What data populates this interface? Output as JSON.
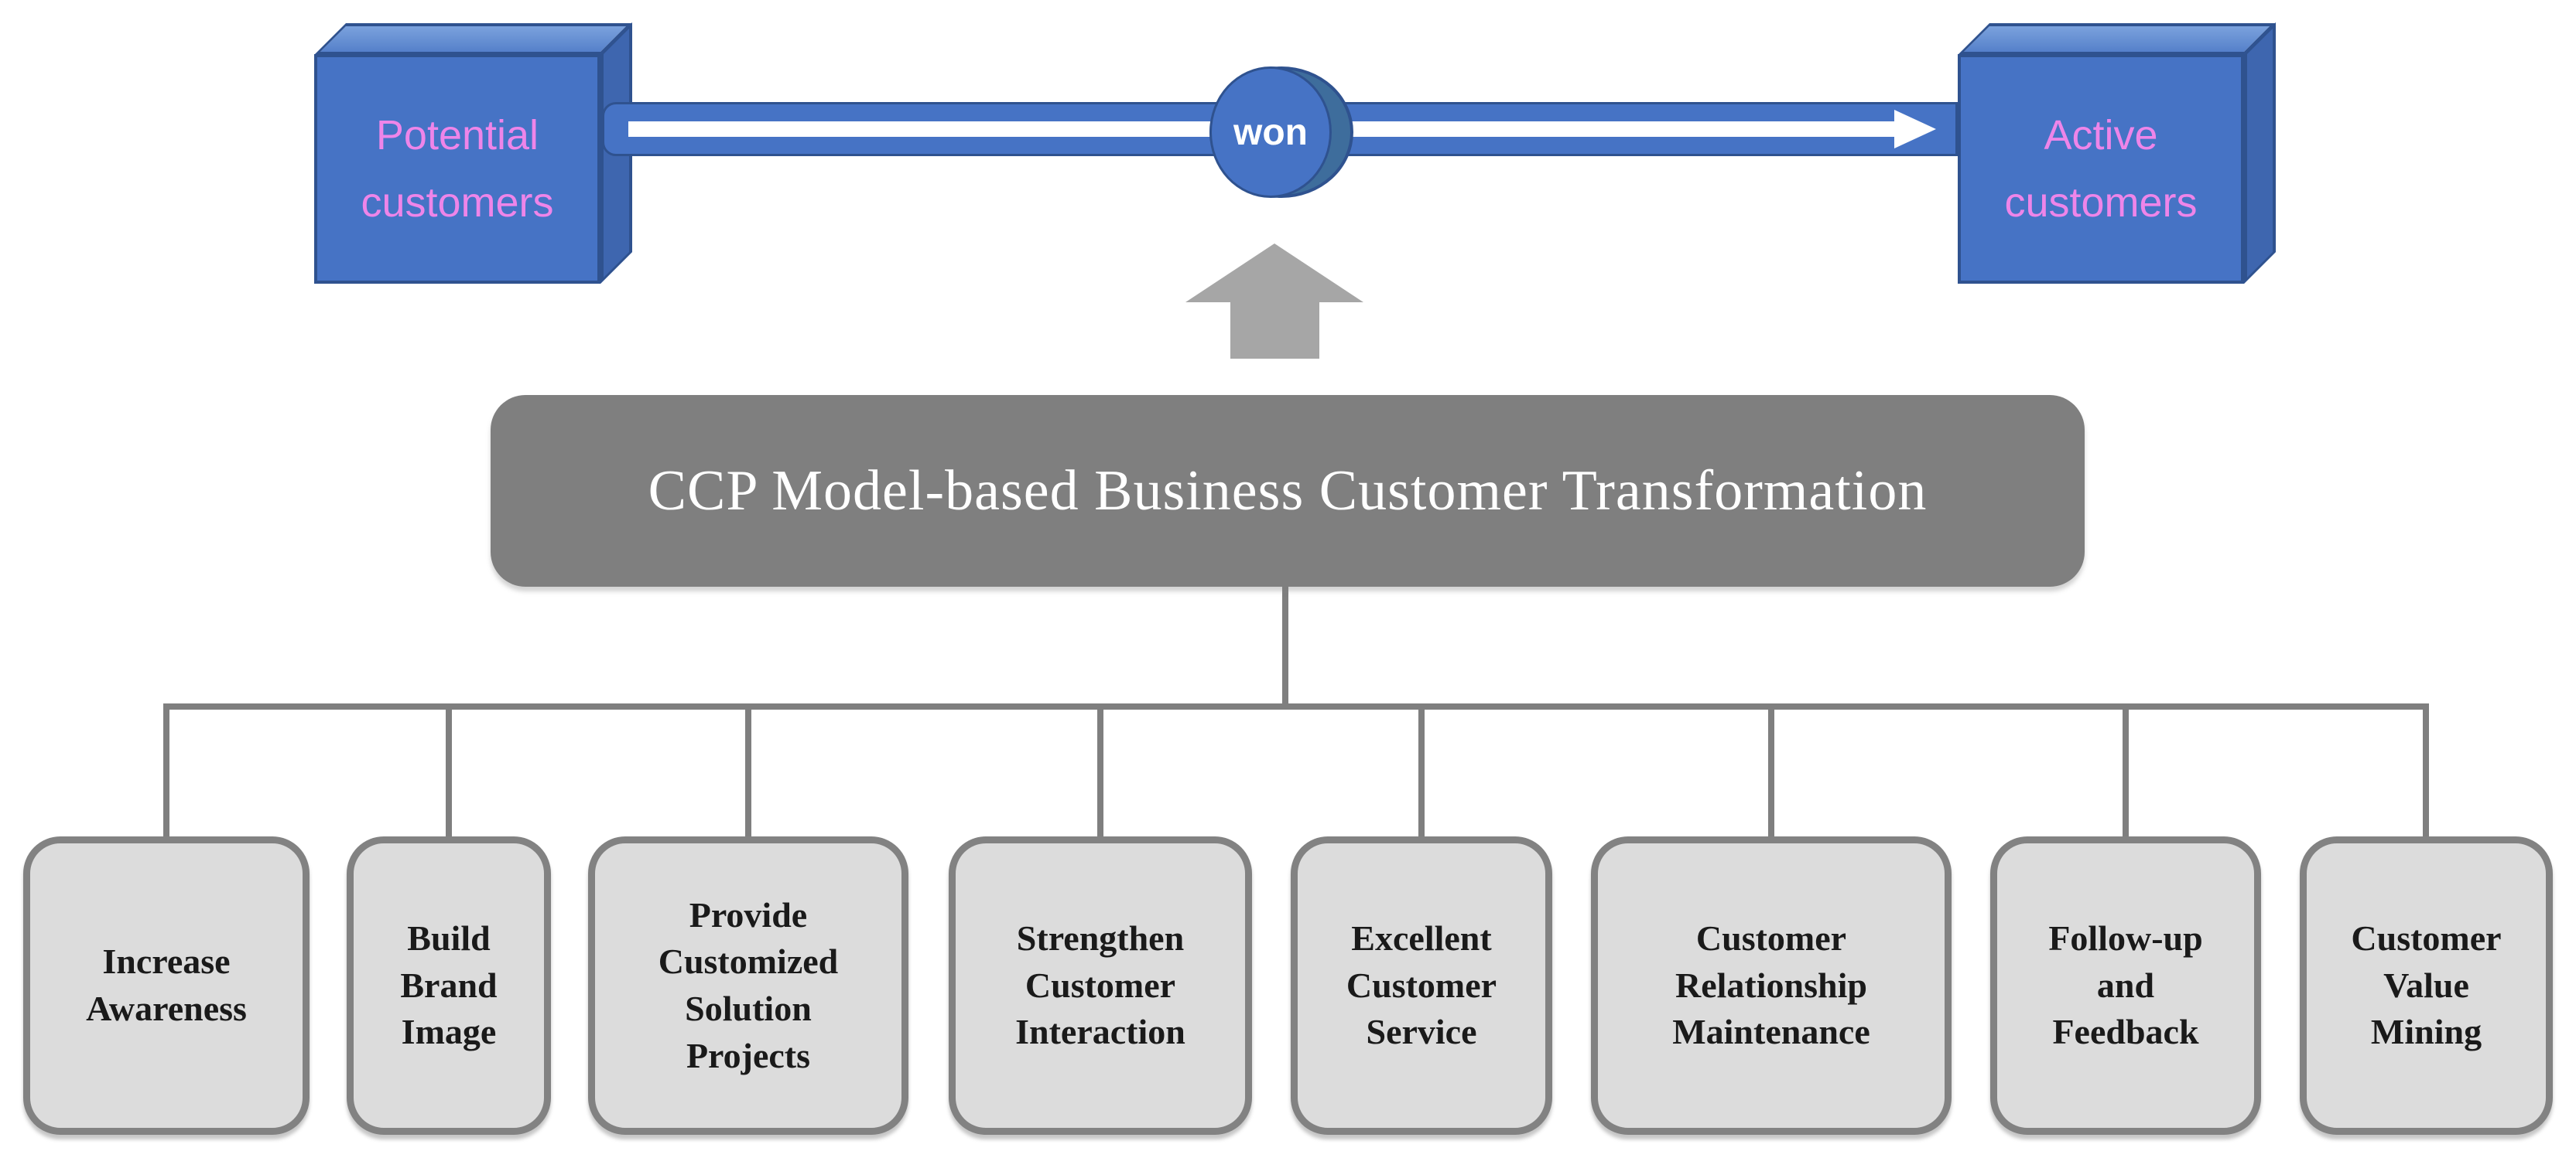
{
  "colors": {
    "cube-blue": "#4673C5",
    "cube-side": "#3E66AF",
    "cube-border": "#2F528F",
    "flow-white": "#FFFFFF",
    "won-crescent": "#3E6D9C",
    "label-pink": "#EE85E9",
    "block-gray": "#7F7F7F",
    "arrow-gray": "#A6A6A6",
    "strategy-fill": "#DCDCDC",
    "strategy-border": "#828282",
    "text-black": "#1A1A1A"
  },
  "flow": {
    "source_box": {
      "label": [
        "Potential",
        "customers"
      ]
    },
    "milestone": {
      "label": "won"
    },
    "target_box": {
      "label": [
        "Active",
        "customers"
      ]
    }
  },
  "transformation": {
    "title": "CCP Model-based Business Customer Transformation"
  },
  "strategies": [
    {
      "label": [
        "Increase",
        "Awareness"
      ]
    },
    {
      "label": [
        "Build",
        "Brand",
        "Image"
      ]
    },
    {
      "label": [
        "Provide",
        "Customized",
        "Solution",
        "Projects"
      ]
    },
    {
      "label": [
        "Strengthen",
        "Customer",
        "Interaction"
      ]
    },
    {
      "label": [
        "Excellent",
        "Customer",
        "Service"
      ]
    },
    {
      "label": [
        "Customer",
        "Relationship",
        "Maintenance"
      ]
    },
    {
      "label": [
        "Follow-up",
        "and",
        "Feedback"
      ]
    },
    {
      "label": [
        "Customer",
        "Value",
        "Mining"
      ]
    }
  ]
}
